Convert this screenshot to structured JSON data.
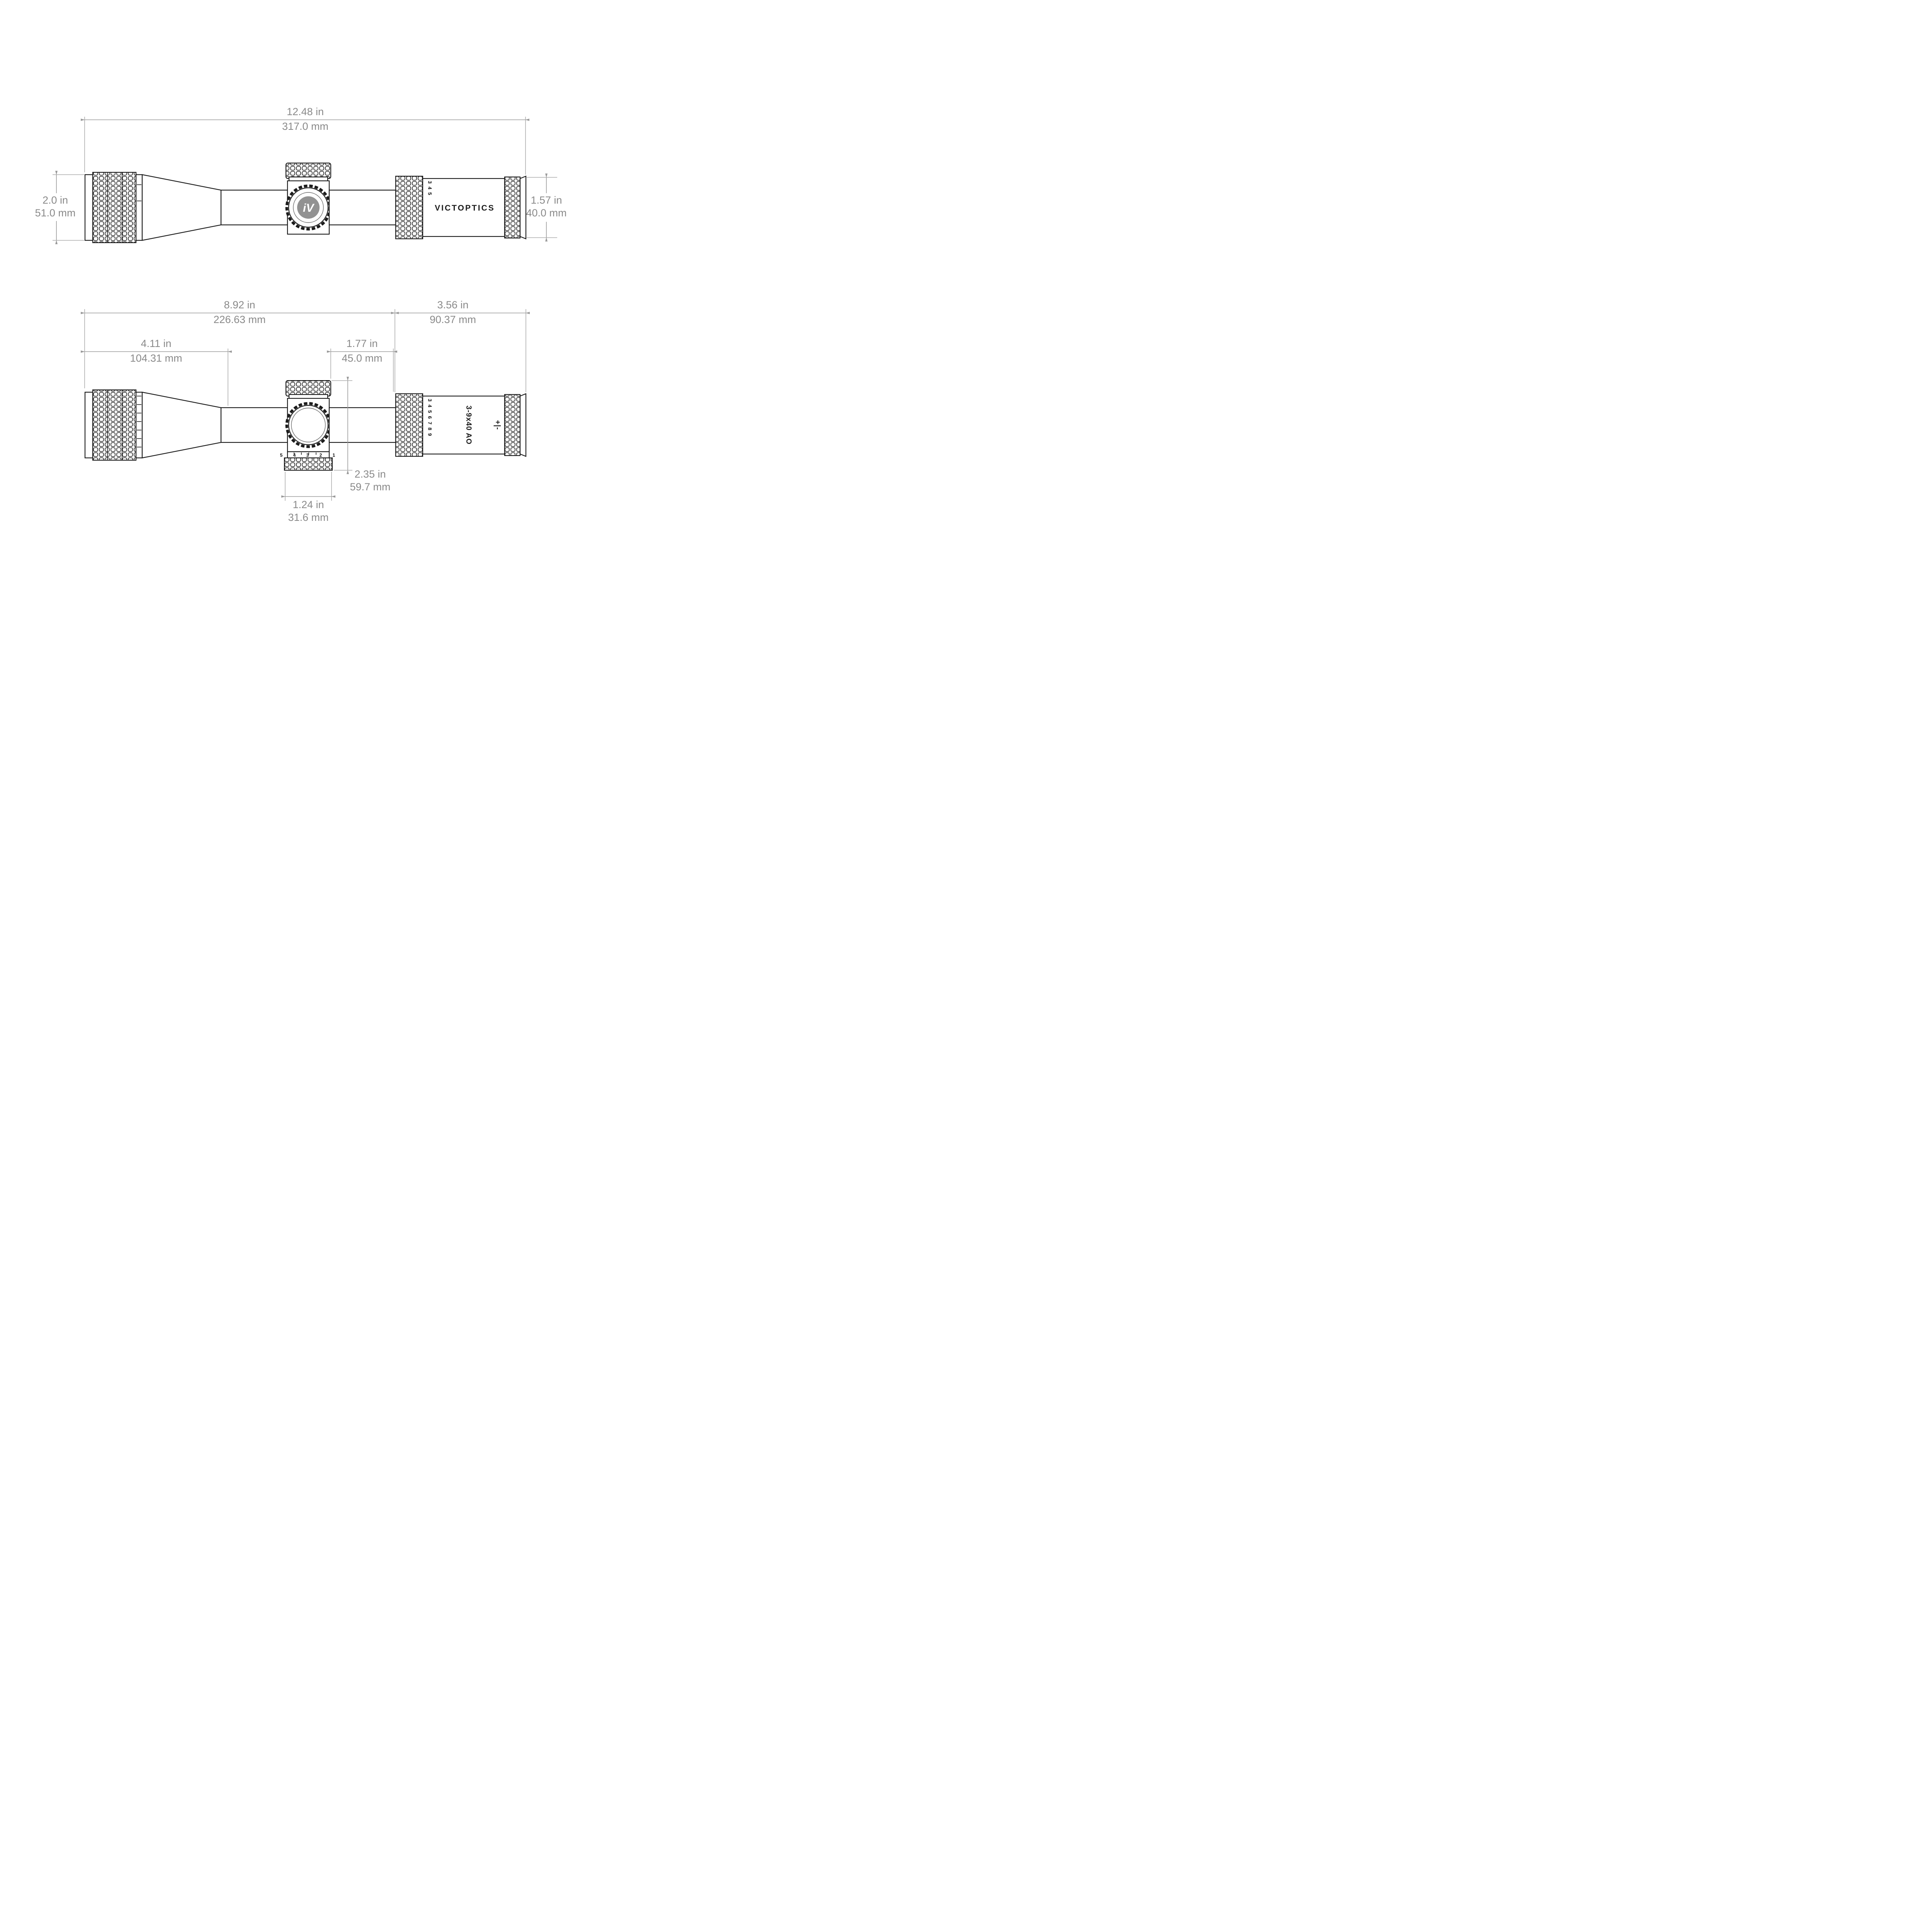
{
  "dimensions": {
    "overall_length": {
      "inches": "12.48 in",
      "mm": "317.0 mm"
    },
    "objective_diameter": {
      "inches": "2.0 in",
      "mm": "51.0 mm"
    },
    "eyepiece_diameter": {
      "inches": "1.57 in",
      "mm": "40.0 mm"
    },
    "front_section_length": {
      "inches": "8.92 in",
      "mm": "226.63 mm"
    },
    "eyepiece_section_length": {
      "inches": "3.56 in",
      "mm": "90.37 mm"
    },
    "objective_section_length": {
      "inches": "4.11 in",
      "mm": "104.31 mm"
    },
    "saddle_to_eyepiece": {
      "inches": "1.77 in",
      "mm": "45.0 mm"
    },
    "turret_height": {
      "inches": "2.35 in",
      "mm": "59.7 mm"
    },
    "turret_width": {
      "inches": "1.24 in",
      "mm": "31.6 mm"
    }
  },
  "scope": {
    "brand": "VICTOPTICS",
    "model": "3-9x40 AO",
    "diopter_marking": "+|-",
    "logo_text": "iV",
    "mag_numbers_top": "3 4 5",
    "mag_numbers_side": "3 4 5 6 7 8 9",
    "ao_scale_numbers": "5 4 3 2 1"
  },
  "colors": {
    "dimension_gray": "#8a8a8a",
    "linework": "#1c1c1c"
  }
}
